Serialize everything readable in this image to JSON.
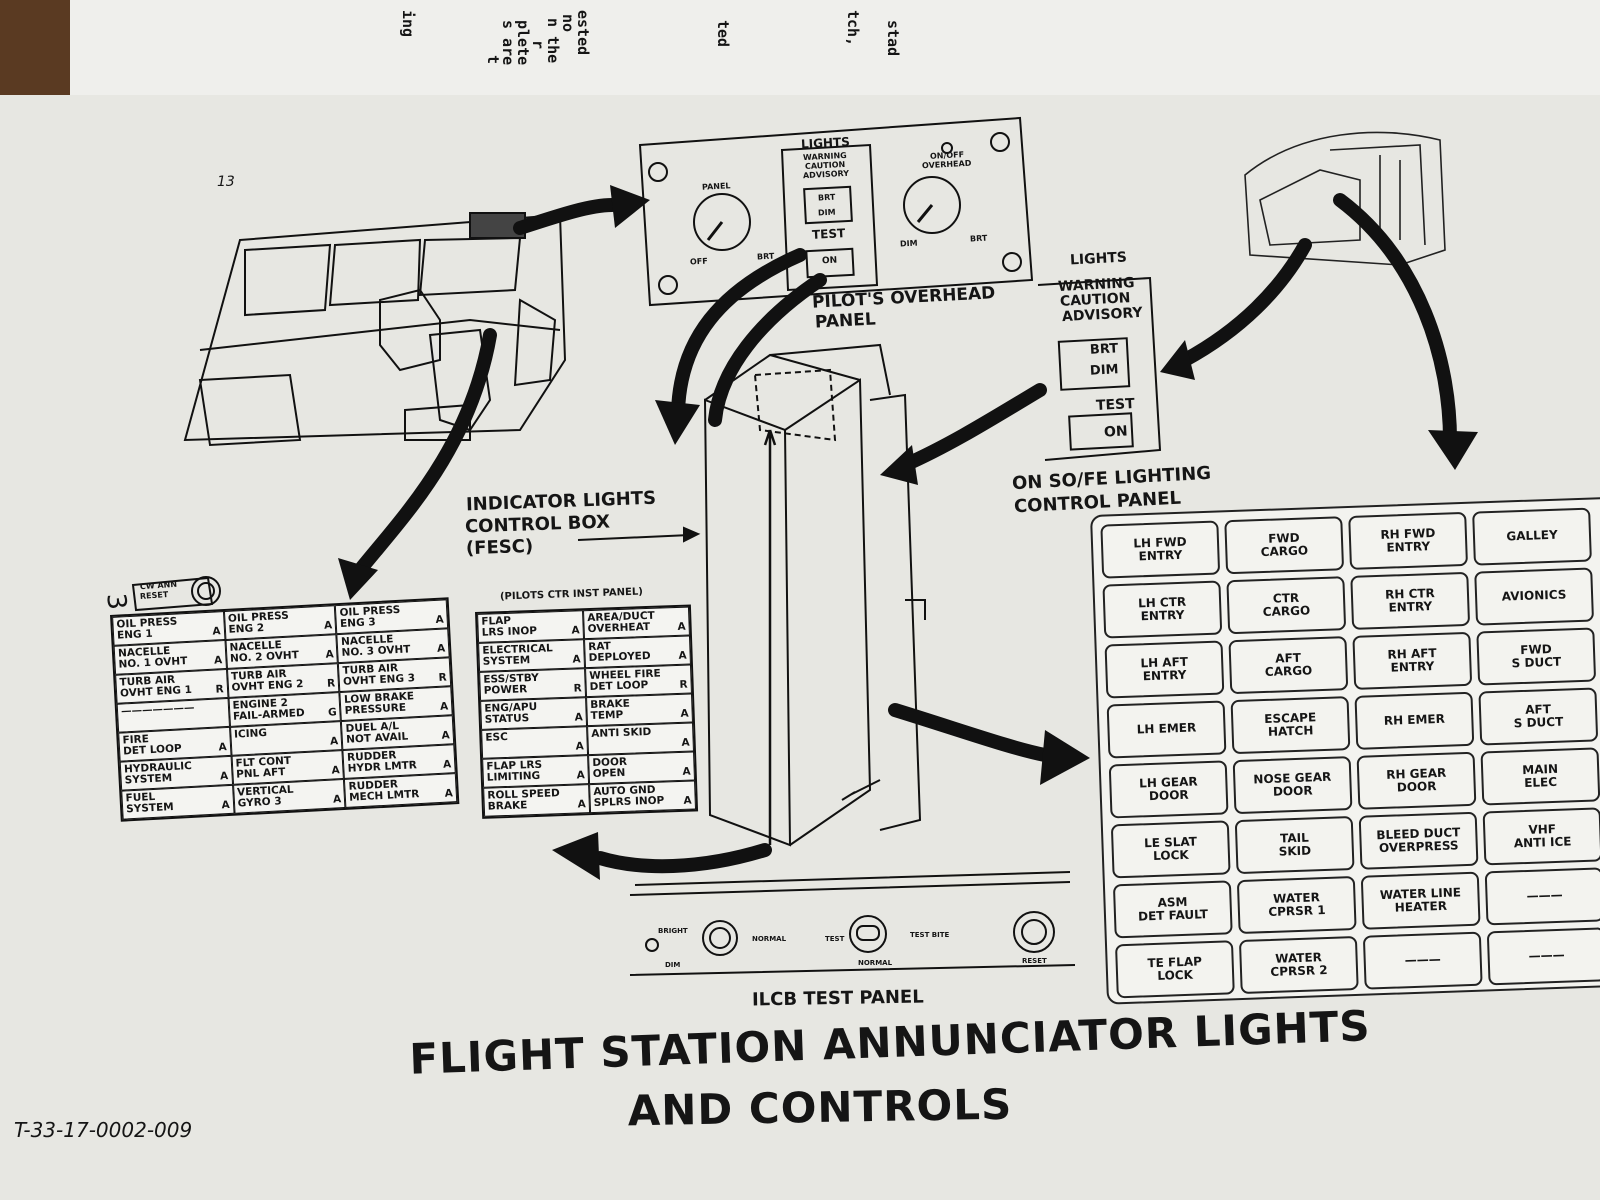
{
  "page_number": "13",
  "figure_code": "T-33-17-0002-009",
  "title_line1": "FLIGHT STATION ANNUNCIATOR LIGHTS",
  "title_line2": "AND CONTROLS",
  "prev_page_text": [
    "ested",
    "no",
    "n the",
    "r",
    "plete",
    "s are",
    "t",
    "ing",
    "ted",
    "tch,",
    "stad"
  ],
  "overhead_panel": {
    "lights_header": "LIGHTS",
    "warning": "WARNING",
    "caution": "CAUTION",
    "advisory": "ADVISORY",
    "panel_label": "PANEL",
    "off_label": "OFF",
    "brt_label": "BRT",
    "brt_btn": "BRT",
    "dim_btn": "DIM",
    "test_label": "TEST",
    "on_btn": "ON",
    "onoff_label": "ON/OFF",
    "overhead_label": "OVERHEAD",
    "dim_label": "DIM",
    "brt2_label": "BRT",
    "caption_1": "PILOT'S OVERHEAD",
    "caption_2": "PANEL"
  },
  "sofe_panel": {
    "lights": "LIGHTS",
    "warning": "WARNING",
    "caution": "CAUTION",
    "advisory": "ADVISORY",
    "brt": "BRT",
    "dim": "DIM",
    "test": "TEST",
    "on": "ON",
    "caption_1": "ON SO/FE LIGHTING",
    "caption_2": "CONTROL PANEL"
  },
  "ilcb": {
    "label_1": "INDICATOR LIGHTS",
    "label_2": "CONTROL BOX",
    "label_3": "(FESC)"
  },
  "test_panel": {
    "bright": "BRIGHT",
    "dim": "DIM",
    "normal": "NORMAL",
    "test": "TEST",
    "test_bite": "TEST BITE",
    "normal2": "NORMAL",
    "reset": "RESET",
    "caption": "ILCB TEST PANEL"
  },
  "reset_button": {
    "number": "3",
    "line1": "CW ANN",
    "line2": "RESET"
  },
  "left_grid": [
    [
      "OIL PRESS\nENG 1|A",
      "OIL PRESS\nENG 2|A",
      "OIL PRESS\nENG 3|A"
    ],
    [
      "NACELLE\nNO. 1 OVHT|A",
      "NACELLE\nNO. 2 OVHT|A",
      "NACELLE\nNO. 3 OVHT|A"
    ],
    [
      "TURB AIR\nOVHT ENG 1|R",
      "TURB AIR\nOVHT ENG 2|R",
      "TURB AIR\nOVHT ENG 3|R"
    ],
    [
      "———————|",
      "ENGINE 2\nFAIL-ARMED|G",
      "LOW BRAKE\nPRESSURE|A"
    ],
    [
      "FIRE\nDET LOOP|A",
      "ICING|A",
      "DUEL A/L\nNOT AVAIL|A"
    ],
    [
      "HYDRAULIC\nSYSTEM|A",
      "FLT CONT\nPNL AFT|A",
      "RUDDER\nHYDR LMTR|A"
    ],
    [
      "FUEL\nSYSTEM|A",
      "VERTICAL\nGYRO 3|A",
      "RUDDER\nMECH LMTR|A"
    ]
  ],
  "mid_grid_title": "(PILOTS CTR INST PANEL)",
  "mid_grid": [
    [
      "FLAP\nLRS INOP|A",
      "AREA/DUCT\nOVERHEAT|A"
    ],
    [
      "ELECTRICAL\nSYSTEM|A",
      "RAT\nDEPLOYED|A"
    ],
    [
      "ESS/STBY\nPOWER|R",
      "WHEEL FIRE\nDET LOOP|R"
    ],
    [
      "ENG/APU\nSTATUS|A",
      "BRAKE\nTEMP|A"
    ],
    [
      "ESC|A",
      "ANTI SKID|A"
    ],
    [
      "FLAP LRS\nLIMITING|A",
      "DOOR\nOPEN|A"
    ],
    [
      "ROLL SPEED\nBRAKE|A",
      "AUTO GND\nSPLRS INOP|A"
    ]
  ],
  "right_tiles": [
    "LH FWD\nENTRY",
    "FWD\nCARGO",
    "RH FWD\nENTRY",
    "GALLEY",
    "LH CTR\nENTRY",
    "CTR\nCARGO",
    "RH CTR\nENTRY",
    "AVIONICS",
    "LH AFT\nENTRY",
    "AFT\nCARGO",
    "RH AFT\nENTRY",
    "FWD\nS DUCT",
    "LH EMER",
    "ESCAPE\nHATCH",
    "RH EMER",
    "AFT\nS DUCT",
    "LH GEAR\nDOOR",
    "NOSE GEAR\nDOOR",
    "RH GEAR\nDOOR",
    "MAIN\nELEC",
    "LE SLAT\nLOCK",
    "TAIL\nSKID",
    "BLEED DUCT\nOVERPRESS",
    "VHF\nANTI ICE",
    "ASM\nDET FAULT",
    "WATER\nCPRSR 1",
    "WATER LINE\nHEATER",
    "———",
    "TE FLAP\nLOCK",
    "WATER\nCPRSR 2",
    "———",
    "———"
  ]
}
